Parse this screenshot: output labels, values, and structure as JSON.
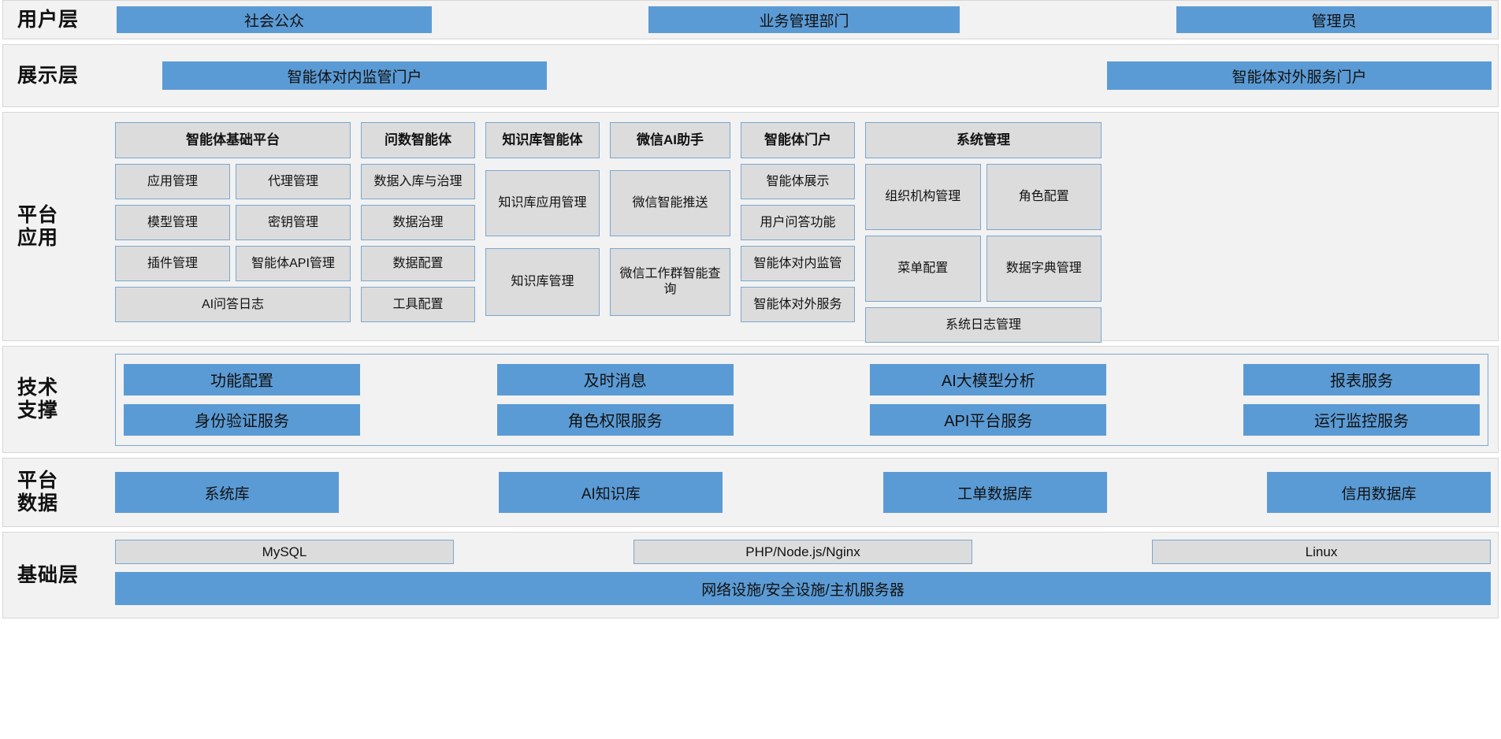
{
  "layers": {
    "user": {
      "label": "用户层",
      "boxes": [
        "社会公众",
        "业务管理部门",
        "管理员"
      ]
    },
    "presentation": {
      "label": "展示层",
      "boxes": [
        "智能体对内监管门户",
        "智能体对外服务门户"
      ]
    },
    "platform_app": {
      "label": "平台\n应用",
      "columns": [
        {
          "title": "智能体基础平台",
          "rows": [
            [
              "应用管理",
              "代理管理"
            ],
            [
              "模型管理",
              "密钥管理"
            ],
            [
              "插件管理",
              "智能体API管理"
            ],
            [
              "AI问答日志"
            ]
          ]
        },
        {
          "title": "问数智能体",
          "rows": [
            [
              "数据入库与治理"
            ],
            [
              "数据治理"
            ],
            [
              "数据配置"
            ],
            [
              "工具配置"
            ]
          ]
        },
        {
          "title": "知识库智能体",
          "rows": [
            [
              "知识库应用管理"
            ],
            [
              "知识库管理"
            ]
          ]
        },
        {
          "title": "微信AI助手",
          "rows": [
            [
              "微信智能推送"
            ],
            [
              "微信工作群智能查询"
            ]
          ]
        },
        {
          "title": "智能体门户",
          "rows": [
            [
              "智能体展示"
            ],
            [
              "用户问答功能"
            ],
            [
              "智能体对内监管"
            ],
            [
              "智能体对外服务"
            ]
          ]
        },
        {
          "title": "系统管理",
          "rows": [
            [
              "组织机构管理",
              "角色配置"
            ],
            [
              "菜单配置",
              "数据字典管理"
            ],
            [
              "系统日志管理"
            ]
          ]
        }
      ]
    },
    "tech_support": {
      "label": "技术\n支撑",
      "row1": [
        "功能配置",
        "及时消息",
        "AI大模型分析",
        "报表服务"
      ],
      "row2": [
        "身份验证服务",
        "角色权限服务",
        "API平台服务",
        "运行监控服务"
      ]
    },
    "platform_data": {
      "label": "平台\n数据",
      "boxes": [
        "系统库",
        "AI知识库",
        "工单数据库",
        "信用数据库"
      ]
    },
    "infrastructure": {
      "label": "基础层",
      "top_boxes": [
        "MySQL",
        "PHP/Node.js/Nginx",
        "Linux"
      ],
      "bottom_box": "网络设施/安全设施/主机服务器"
    }
  },
  "colors": {
    "blue": "#5b9bd5",
    "grey_fill": "#dcdcdc",
    "grey_border": "#7ba7d0",
    "band_bg": "#f2f2f2"
  }
}
